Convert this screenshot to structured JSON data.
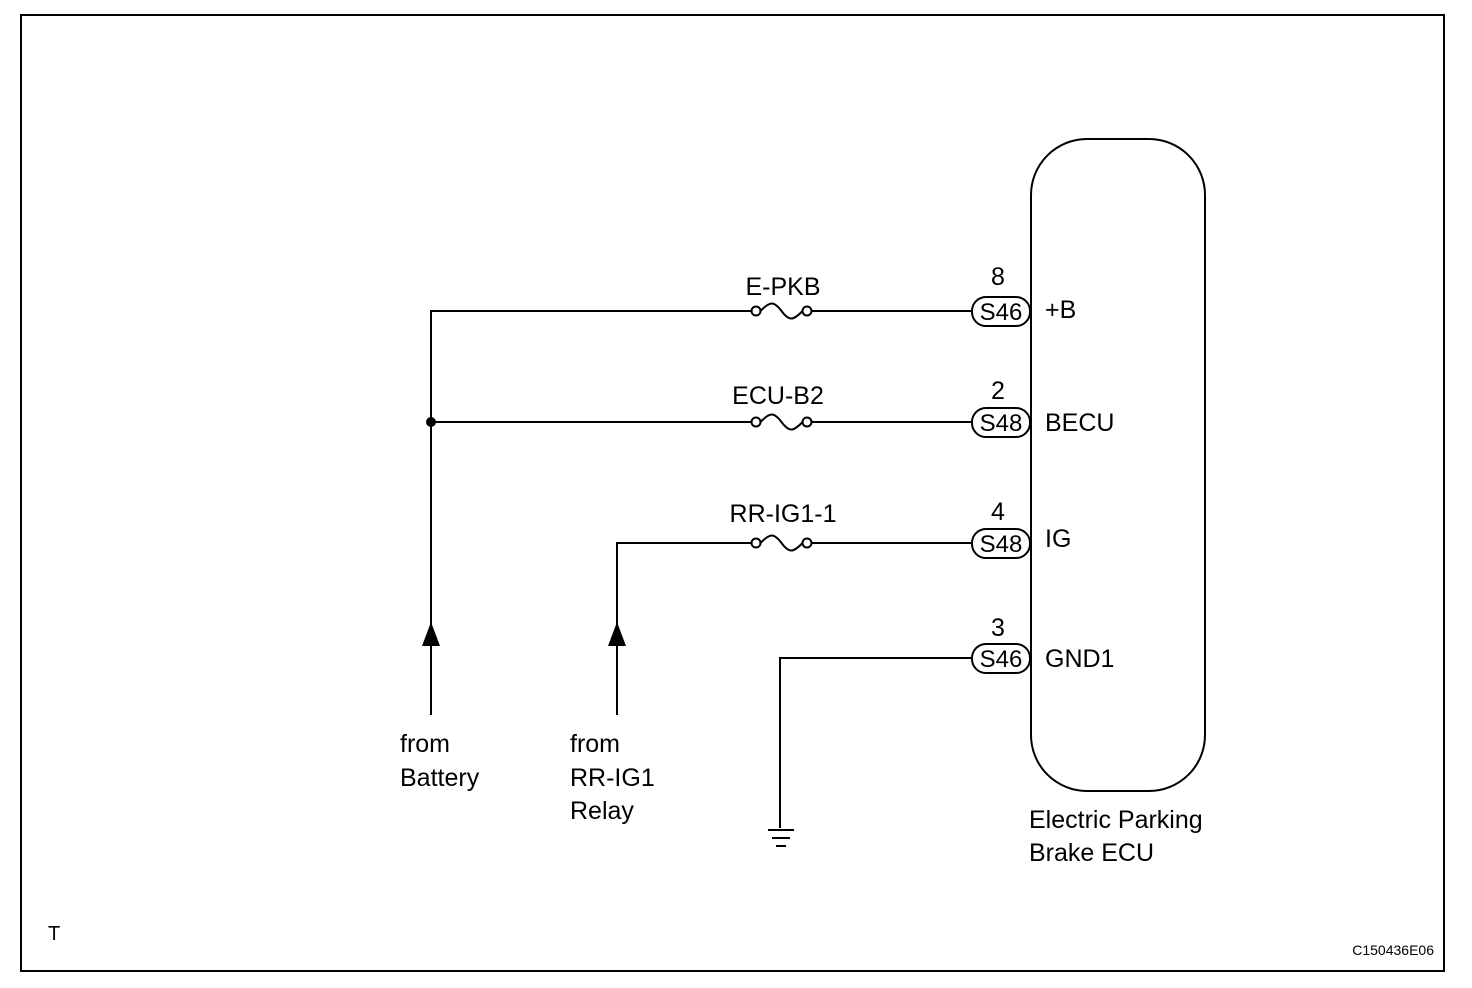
{
  "fuses": [
    {
      "name": "E-PKB"
    },
    {
      "name": "ECU-B2"
    },
    {
      "name": "RR-IG1-1"
    }
  ],
  "pins": [
    {
      "number": "8",
      "connector": "S46",
      "terminal": "+B"
    },
    {
      "number": "2",
      "connector": "S48",
      "terminal": "BECU"
    },
    {
      "number": "4",
      "connector": "S48",
      "terminal": "IG"
    },
    {
      "number": "3",
      "connector": "S46",
      "terminal": "GND1"
    }
  ],
  "sources": {
    "battery": [
      "from",
      "Battery"
    ],
    "relay": [
      "from",
      "RR-IG1",
      "Relay"
    ]
  },
  "ecu": {
    "lines": [
      "Electric Parking",
      "Brake ECU"
    ]
  },
  "corner_mark": "T",
  "figure_code": "C150436E06"
}
